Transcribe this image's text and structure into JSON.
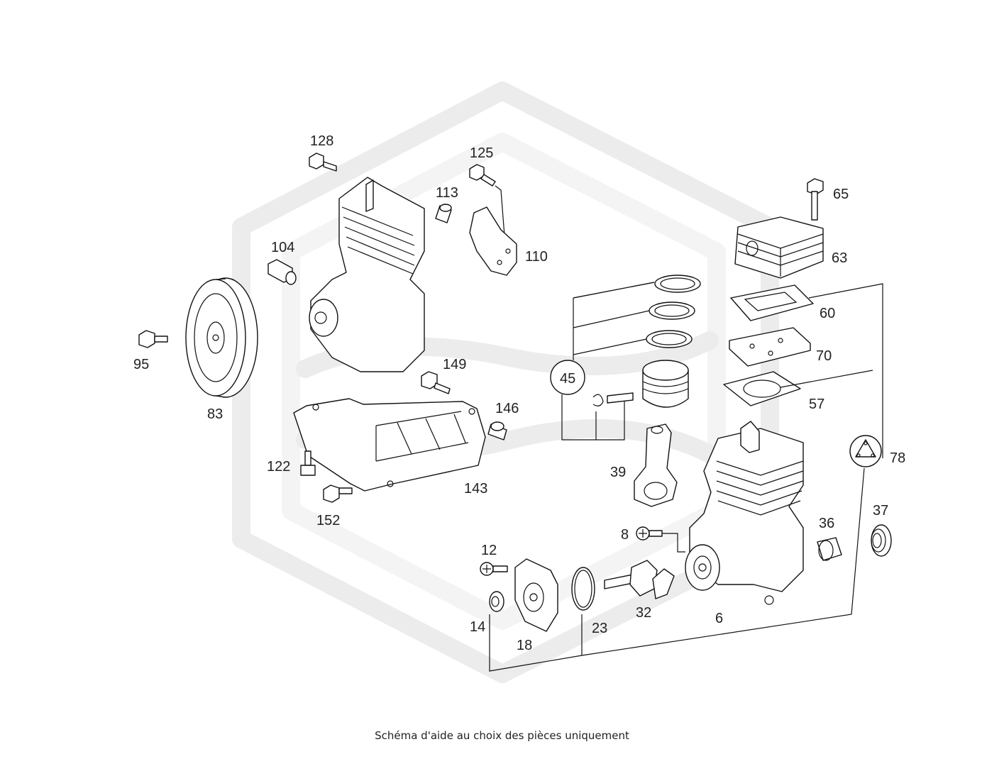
{
  "caption": "Schéma d'aide au choix des pièces uniquement",
  "labels": {
    "p128": "128",
    "p125": "125",
    "p113": "113",
    "p104": "104",
    "p110": "110",
    "p95": "95",
    "p83": "83",
    "p149": "149",
    "p146": "146",
    "p122": "122",
    "p143": "143",
    "p152": "152",
    "p65": "65",
    "p63": "63",
    "p60": "60",
    "p70": "70",
    "p57": "57",
    "p45": "45",
    "p39": "39",
    "p78": "78",
    "p37": "37",
    "p36": "36",
    "p8": "8",
    "p12": "12",
    "p14": "14",
    "p18": "18",
    "p23": "23",
    "p32": "32",
    "p6": "6"
  },
  "icons": {
    "watermark": "hexagon-watermark-logo"
  },
  "colors": {
    "line": "#111111",
    "watermark": "#ececec",
    "text": "#222222"
  }
}
